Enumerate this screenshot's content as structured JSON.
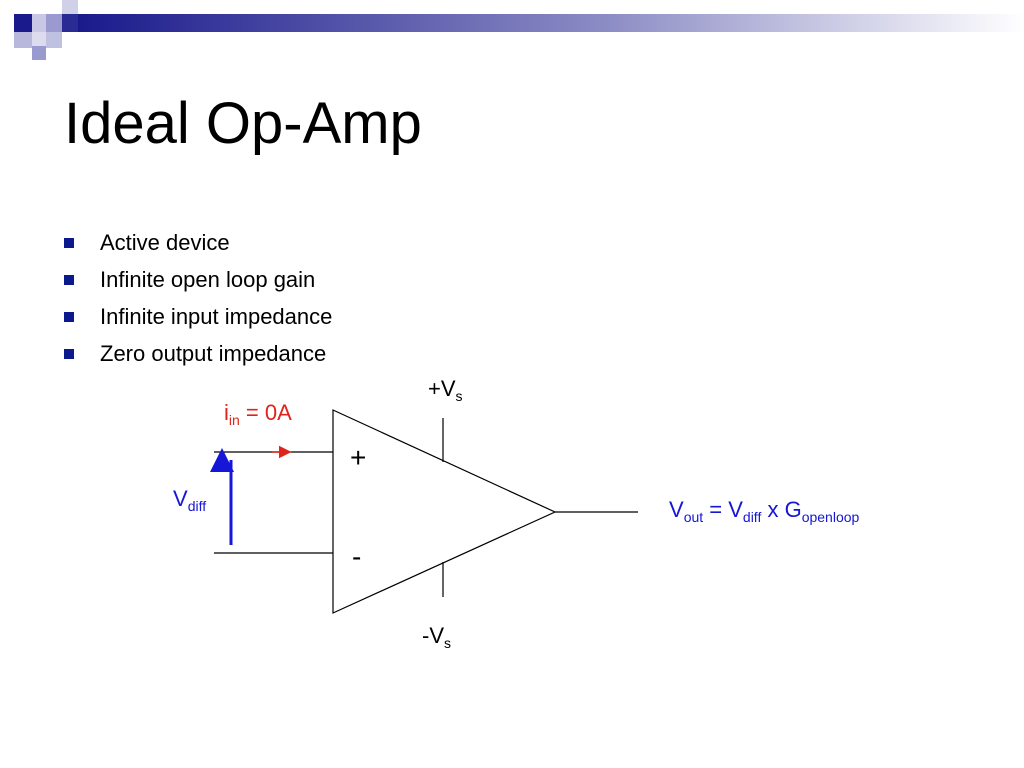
{
  "slide": {
    "title": "Ideal Op-Amp",
    "bullets": [
      "Active device",
      "Infinite open loop gain",
      "Infinite input impedance",
      "Zero output impedance"
    ]
  },
  "diagram": {
    "plus_supply": {
      "prefix": "+V",
      "sub": "s"
    },
    "minus_supply": {
      "prefix": "-V",
      "sub": "s"
    },
    "input_current": {
      "i": "i",
      "sub": "in",
      "rest": " = 0A"
    },
    "vdiff": {
      "v": "V",
      "sub": "diff"
    },
    "plus_sign": "+",
    "minus_sign": "-",
    "output_eq": {
      "v": "V",
      "sub_out": "out",
      "eq": " = V",
      "sub_diff": "diff",
      "x": " x G",
      "sub_gain": "openloop"
    }
  },
  "colors": {
    "bullet": "#0a1a8c",
    "blue_label": "#1616d6",
    "red_label": "#e0241b",
    "header_dark": "#1a1a8c",
    "header_light": "#b8b8dc"
  }
}
